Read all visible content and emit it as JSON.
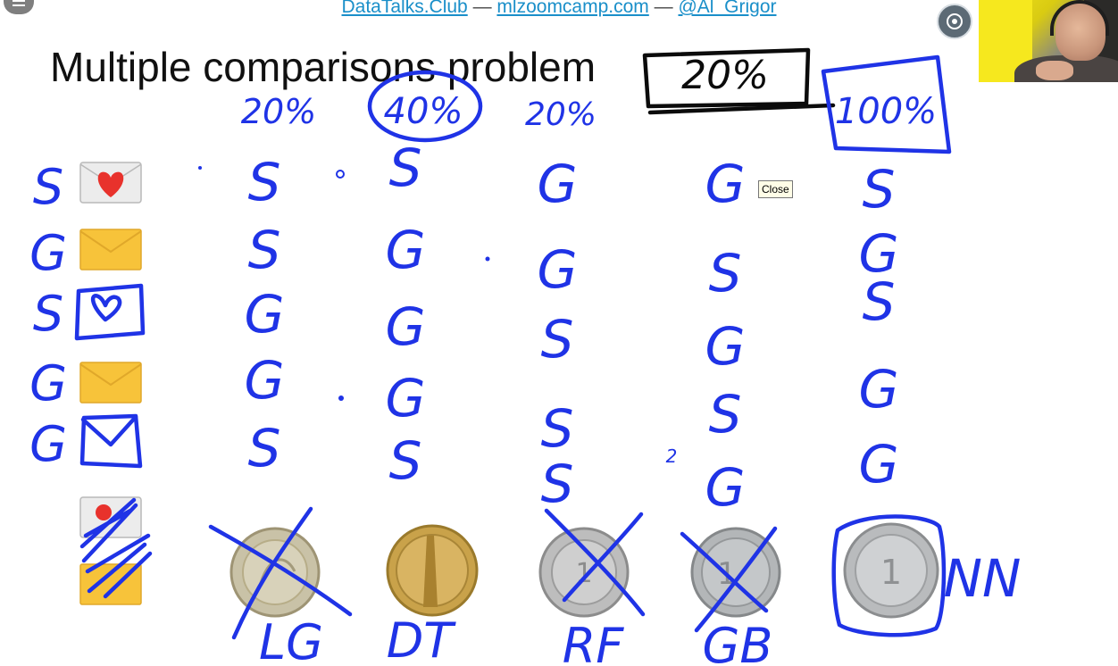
{
  "header": {
    "link1": "DataTalks.Club",
    "sep1": "—",
    "link2": "mlzoomcamp.com",
    "sep2": "—",
    "link3": "@Al_Grigor"
  },
  "slide": {
    "title": "Multiple comparisons problem",
    "boxed_rate": "20%",
    "column_rates": [
      "20%",
      "40%",
      "20%",
      "100%"
    ],
    "email_labels": [
      "S",
      "G",
      "S",
      "G",
      "G"
    ],
    "columns": [
      [
        "S",
        "S",
        "G",
        "G",
        "S"
      ],
      [
        "S",
        "G",
        "G",
        "G",
        "S"
      ],
      [
        "G",
        "G",
        "S",
        "S",
        "S"
      ],
      [
        "G",
        "S",
        "G",
        "S",
        "G"
      ],
      [
        "S",
        "G",
        "S",
        "G",
        "G"
      ]
    ],
    "coin_labels": [
      "LG",
      "DT",
      "RF",
      "GB",
      "NN"
    ],
    "annotation": "NN"
  },
  "tooltip": {
    "text": "Close"
  },
  "icons": {
    "menu": "menu-icon",
    "zoom": "target-icon",
    "envelope_heart": "envelope-heart-icon",
    "envelope_yellow": "envelope-icon",
    "coin": "coin-icon"
  },
  "colors": {
    "ink_blue": "#1f33e6",
    "ink_black": "#0b0b0b",
    "link_blue": "#1a8fc9",
    "tooltip_bg": "#fffde7"
  }
}
